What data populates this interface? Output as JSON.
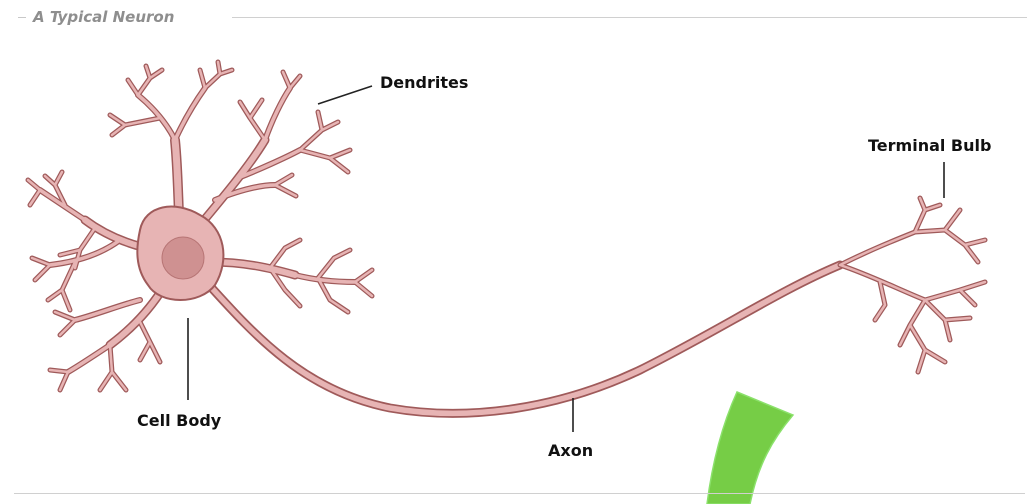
{
  "figure": {
    "title": "A Typical Neuron"
  },
  "labels": {
    "dendrites": "Dendrites",
    "terminal_bulb": "Terminal Bulb",
    "cell_body": "Cell Body",
    "axon": "Axon"
  },
  "colors": {
    "neuron_fill": "#e7b4b4",
    "neuron_stroke": "#9f5a5a",
    "nucleus_fill": "#cf9191",
    "overlay_shape": "#76cd46",
    "overlay_outline": "#8be16b"
  }
}
